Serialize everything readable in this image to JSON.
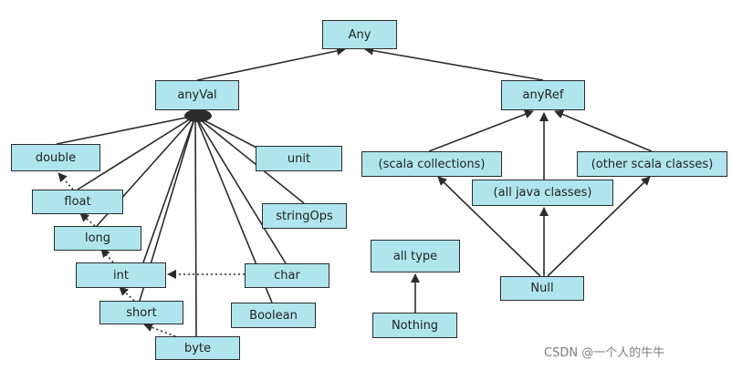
{
  "diagram": {
    "title": "",
    "nodes": {
      "any": "Any",
      "anyval": "anyVal",
      "anyref": "anyRef",
      "double": "double",
      "float": "float",
      "long": "long",
      "int": "int",
      "short": "short",
      "byte": "byte",
      "unit": "unit",
      "stringops": "stringOps",
      "char": "char",
      "boolean": "Boolean",
      "scala_collections": "(scala collections)",
      "java_classes": "(all java classes)",
      "other_scala_classes": "(other scala classes)",
      "null": "Null",
      "all_type": "all type",
      "nothing": "Nothing"
    },
    "edges": [
      {
        "from": "anyVal",
        "to": "Any",
        "style": "solid"
      },
      {
        "from": "anyRef",
        "to": "Any",
        "style": "solid"
      },
      {
        "from": "double",
        "to": "anyVal",
        "style": "solid"
      },
      {
        "from": "float",
        "to": "anyVal",
        "style": "solid"
      },
      {
        "from": "long",
        "to": "anyVal",
        "style": "solid"
      },
      {
        "from": "int",
        "to": "anyVal",
        "style": "solid"
      },
      {
        "from": "short",
        "to": "anyVal",
        "style": "solid"
      },
      {
        "from": "byte",
        "to": "anyVal",
        "style": "solid"
      },
      {
        "from": "unit",
        "to": "anyVal",
        "style": "solid"
      },
      {
        "from": "stringOps",
        "to": "anyVal",
        "style": "solid"
      },
      {
        "from": "char",
        "to": "anyVal",
        "style": "solid"
      },
      {
        "from": "Boolean",
        "to": "anyVal",
        "style": "solid"
      },
      {
        "from": "float",
        "to": "double",
        "style": "dotted"
      },
      {
        "from": "long",
        "to": "float",
        "style": "dotted"
      },
      {
        "from": "int",
        "to": "long",
        "style": "dotted"
      },
      {
        "from": "short",
        "to": "int",
        "style": "dotted"
      },
      {
        "from": "byte",
        "to": "short",
        "style": "dotted"
      },
      {
        "from": "char",
        "to": "int",
        "style": "dotted"
      },
      {
        "from": "(scala collections)",
        "to": "anyRef",
        "style": "solid"
      },
      {
        "from": "(all java classes)",
        "to": "anyRef",
        "style": "solid"
      },
      {
        "from": "(other scala classes)",
        "to": "anyRef",
        "style": "solid"
      },
      {
        "from": "Null",
        "to": "(scala collections)",
        "style": "solid"
      },
      {
        "from": "Null",
        "to": "(all java classes)",
        "style": "solid"
      },
      {
        "from": "Null",
        "to": "(other scala classes)",
        "style": "solid"
      },
      {
        "from": "Nothing",
        "to": "all type",
        "style": "solid"
      }
    ]
  },
  "watermark": "CSDN @一个人的牛牛",
  "colors": {
    "node_fill": "#b0e5ee",
    "stroke": "#2b2b2b",
    "watermark": "#7d7d7d"
  }
}
